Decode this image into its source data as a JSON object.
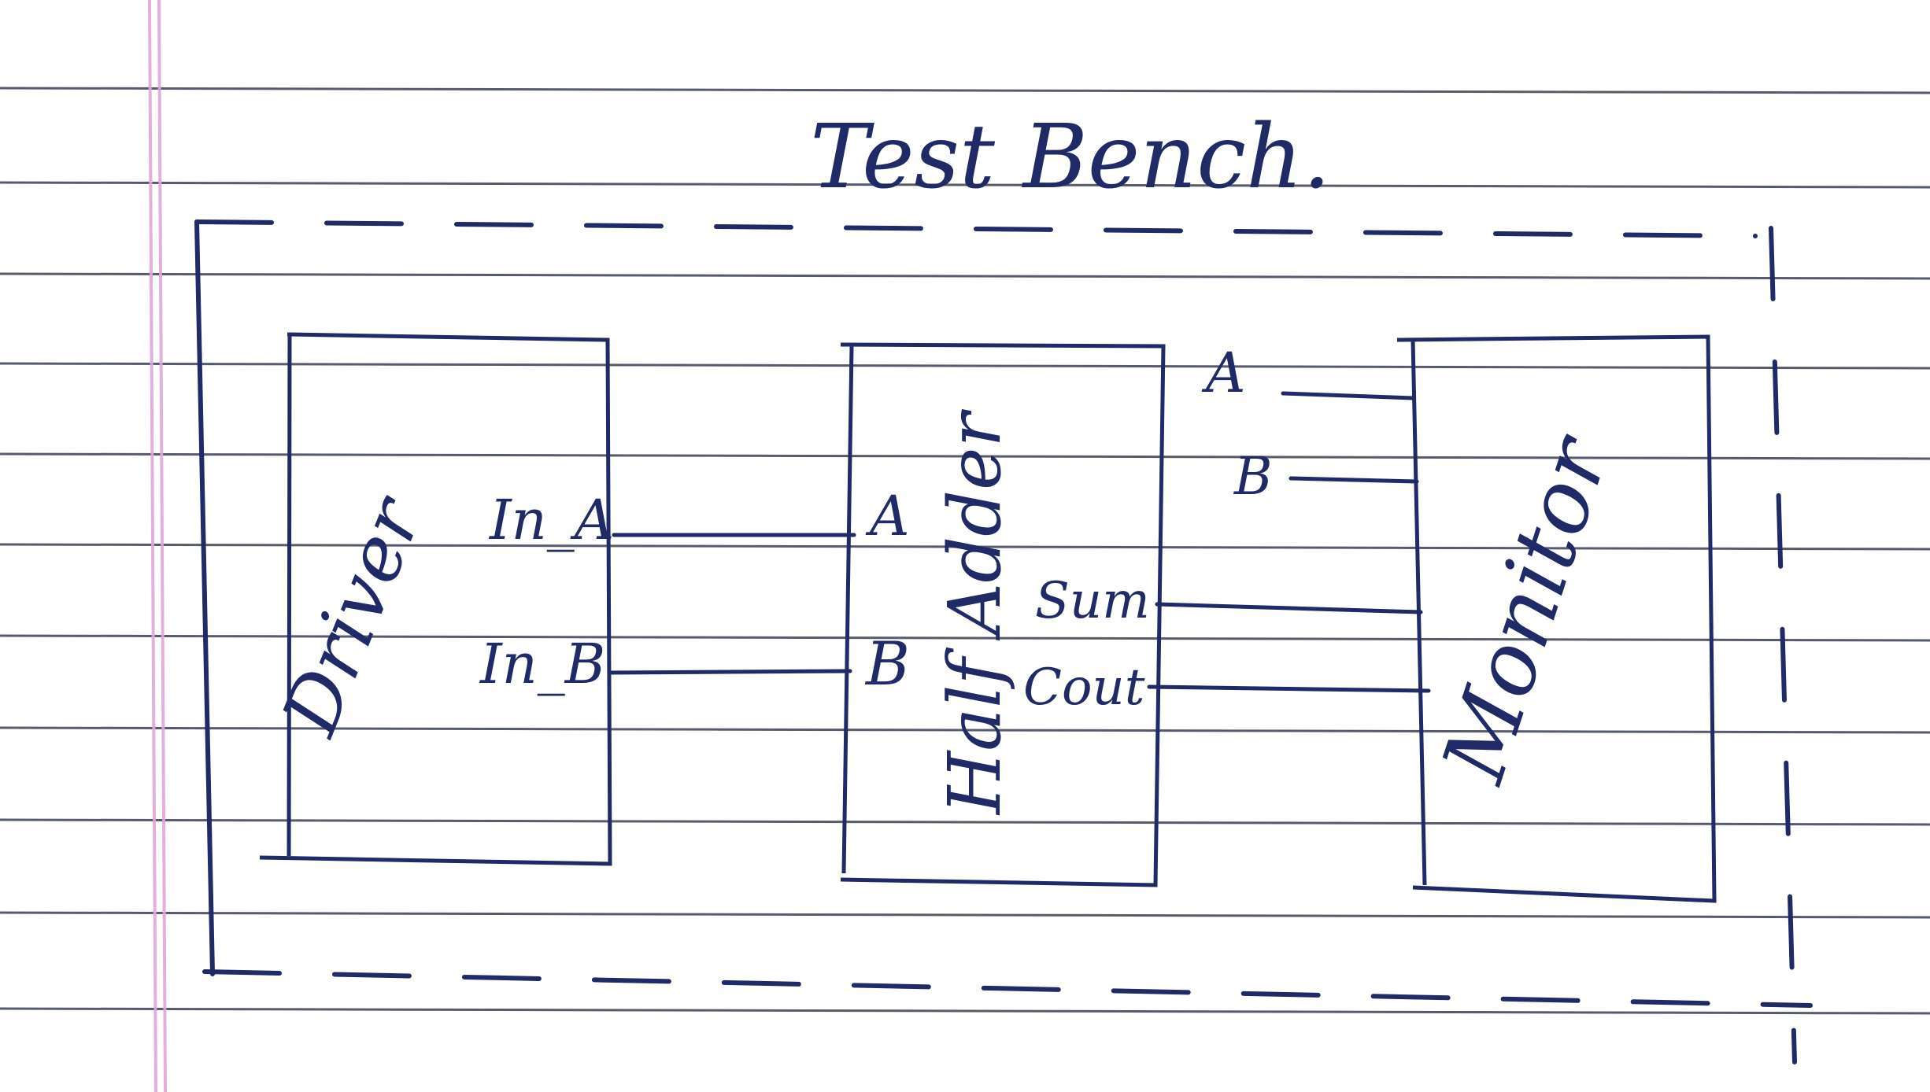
{
  "title": "Test Bench.",
  "colors": {
    "paper": "#ffffff",
    "ruled_line": "#3a3f55",
    "margin_line": "#e0a8d8",
    "ink": "#1f2a66"
  },
  "blocks": {
    "driver": {
      "label": "Driver",
      "ports": [
        "In_A",
        "In_B"
      ]
    },
    "half_adder": {
      "label": "Half Adder",
      "ports_in": [
        "A",
        "B"
      ],
      "ports_out": [
        "Sum",
        "Cout"
      ]
    },
    "monitor": {
      "label": "Monitor",
      "ports": [
        "A",
        "B"
      ]
    }
  }
}
